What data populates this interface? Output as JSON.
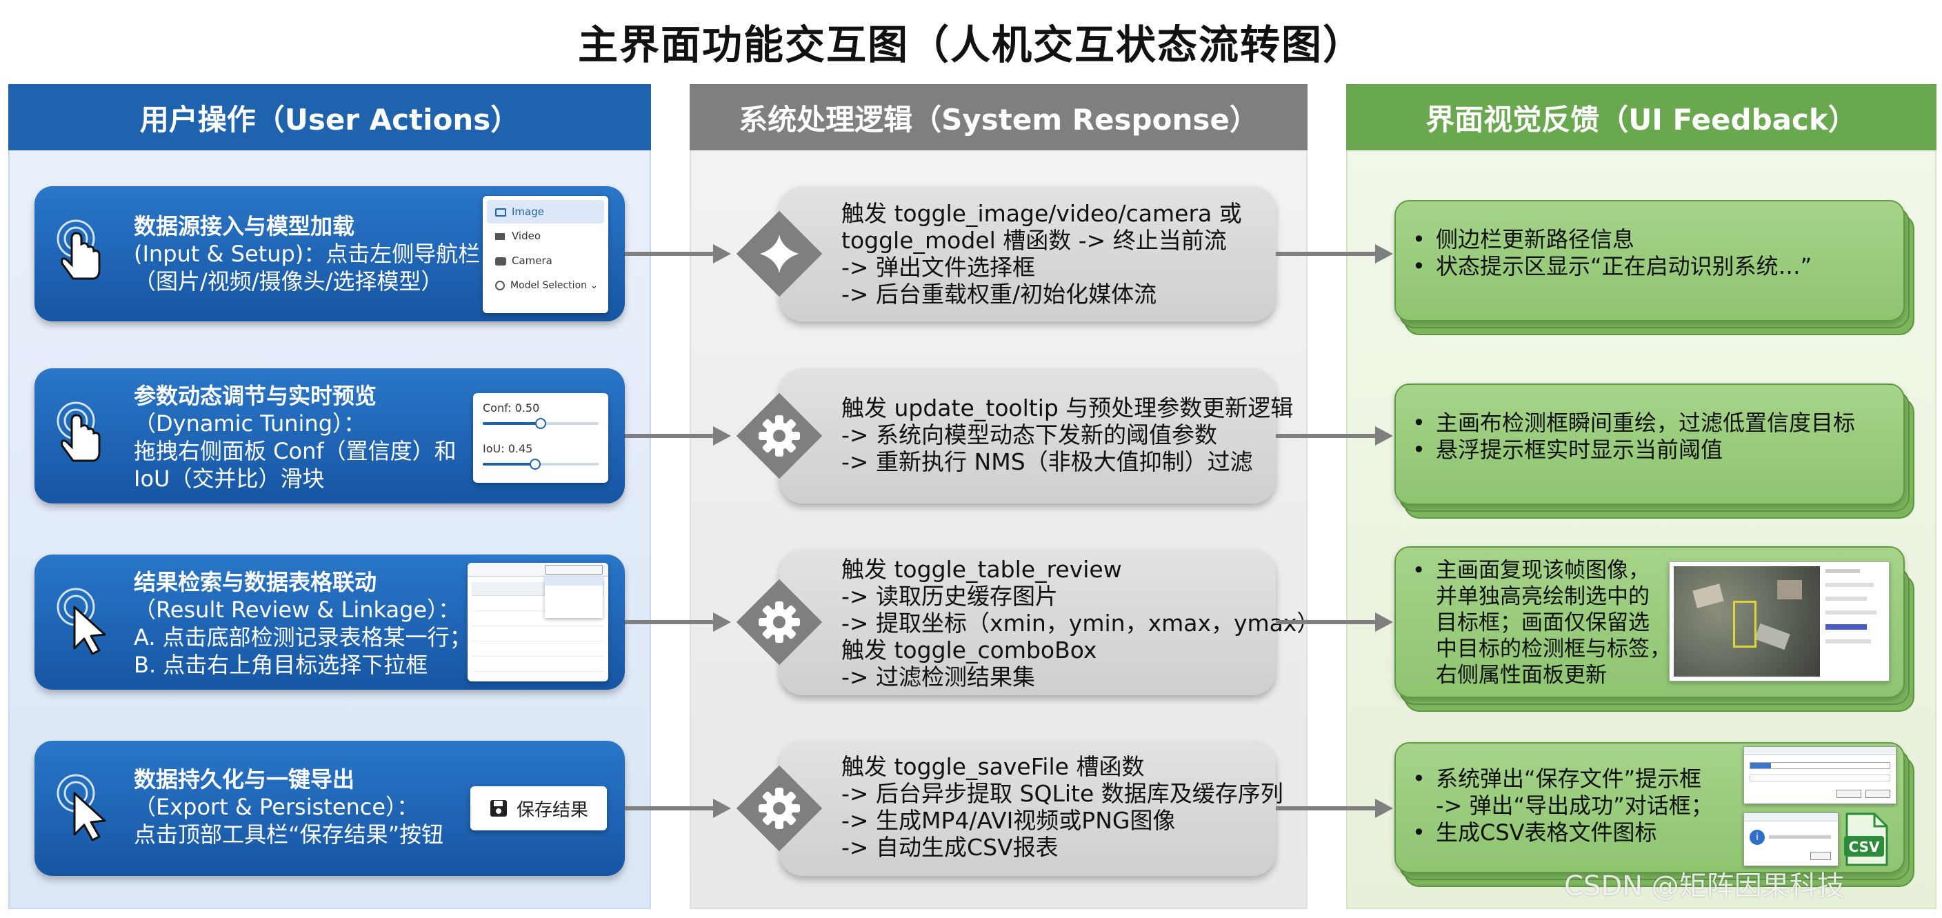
{
  "title": "主界面功能交互图（人机交互状态流转图）",
  "columns": {
    "user": "用户操作（User Actions）",
    "system": "系统处理逻辑（System Response）",
    "feedback": "界面视觉反馈（UI Feedback）"
  },
  "colors": {
    "user": "#1f62ae",
    "system": "#7f7f7f",
    "feedback": "#6aa84f"
  },
  "rows": [
    {
      "action": {
        "icon": "touch-hand-icon",
        "title": "数据源接入与模型加载",
        "lines": [
          "(Input & Setup)：点击左侧导航栏",
          "（图片/视频/摄像头/选择模型）"
        ]
      },
      "panel": {
        "items": [
          "Image",
          "Video",
          "Camera",
          "Model Selection"
        ]
      },
      "system": {
        "icon": "diamond-icon",
        "lines": [
          "触发 toggle_image/video/camera 或",
          "toggle_model 槽函数 -> 终止当前流",
          "-> 弹出文件选择框",
          "-> 后台重载权重/初始化媒体流"
        ]
      },
      "feedback": {
        "lines": [
          "侧边栏更新路径信息",
          "状态提示区显示“正在启动识别系统…”"
        ]
      }
    },
    {
      "action": {
        "icon": "touch-hand-icon",
        "title": "参数动态调节与实时预览",
        "lines": [
          "（Dynamic Tuning）：",
          "拖拽右侧面板 Conf（置信度）和",
          "IoU（交并比）滑块"
        ]
      },
      "panel": {
        "conf_label": "Conf: 0.50",
        "conf": 0.5,
        "iou_label": "IoU: 0.45",
        "iou": 0.45
      },
      "system": {
        "icon": "gear-icon",
        "lines": [
          "触发 update_tooltip 与预处理参数更新逻辑",
          "-> 系统向模型动态下发新的阈值参数",
          "-> 重新执行 NMS（非极大值抑制）过滤"
        ]
      },
      "feedback": {
        "lines": [
          "主画布检测框瞬间重绘，过滤低置信度目标",
          "悬浮提示框实时显示当前阈值"
        ]
      }
    },
    {
      "action": {
        "icon": "cursor-arrow-icon",
        "title": "结果检索与数据表格联动",
        "lines": [
          "（Result Review & Linkage）：",
          "A. 点击底部检测记录表格某一行；",
          "B. 点击右上角目标选择下拉框"
        ]
      },
      "system": {
        "icon": "gear-icon",
        "lines": [
          "触发 toggle_table_review",
          "-> 读取历史缓存图片",
          "-> 提取坐标（xmin，ymin，xmax，ymax）",
          "触发 toggle_comboBox",
          "-> 过滤检测结果集"
        ]
      },
      "feedback": {
        "bullet": "主画面复现该帧图像，",
        "cont": [
          "并单独高亮绘制选中的",
          "目标框；画面仅保留选",
          "中目标的检测框与标签，",
          "右侧属性面板更新"
        ]
      }
    },
    {
      "action": {
        "icon": "cursor-arrow-icon",
        "title": "数据持久化与一键导出",
        "lines": [
          "（Export & Persistence）：",
          "点击顶部工具栏“保存结果”按钮"
        ]
      },
      "panel": {
        "button_label": "保存结果"
      },
      "system": {
        "icon": "gear-icon",
        "lines": [
          "触发 toggle_saveFile 槽函数",
          "-> 后台异步提取 SQLite 数据库及缓存序列",
          "-> 生成MP4/AVI视频或PNG图像",
          "-> 自动生成CSV报表"
        ]
      },
      "feedback": {
        "lines": [
          "系统弹出“保存文件”提示框",
          "-> 弹出“导出成功”对话框；",
          "生成CSV表格文件图标"
        ],
        "csv_label": "CSV"
      }
    }
  ],
  "watermark": "CSDN @矩阵因果科技"
}
